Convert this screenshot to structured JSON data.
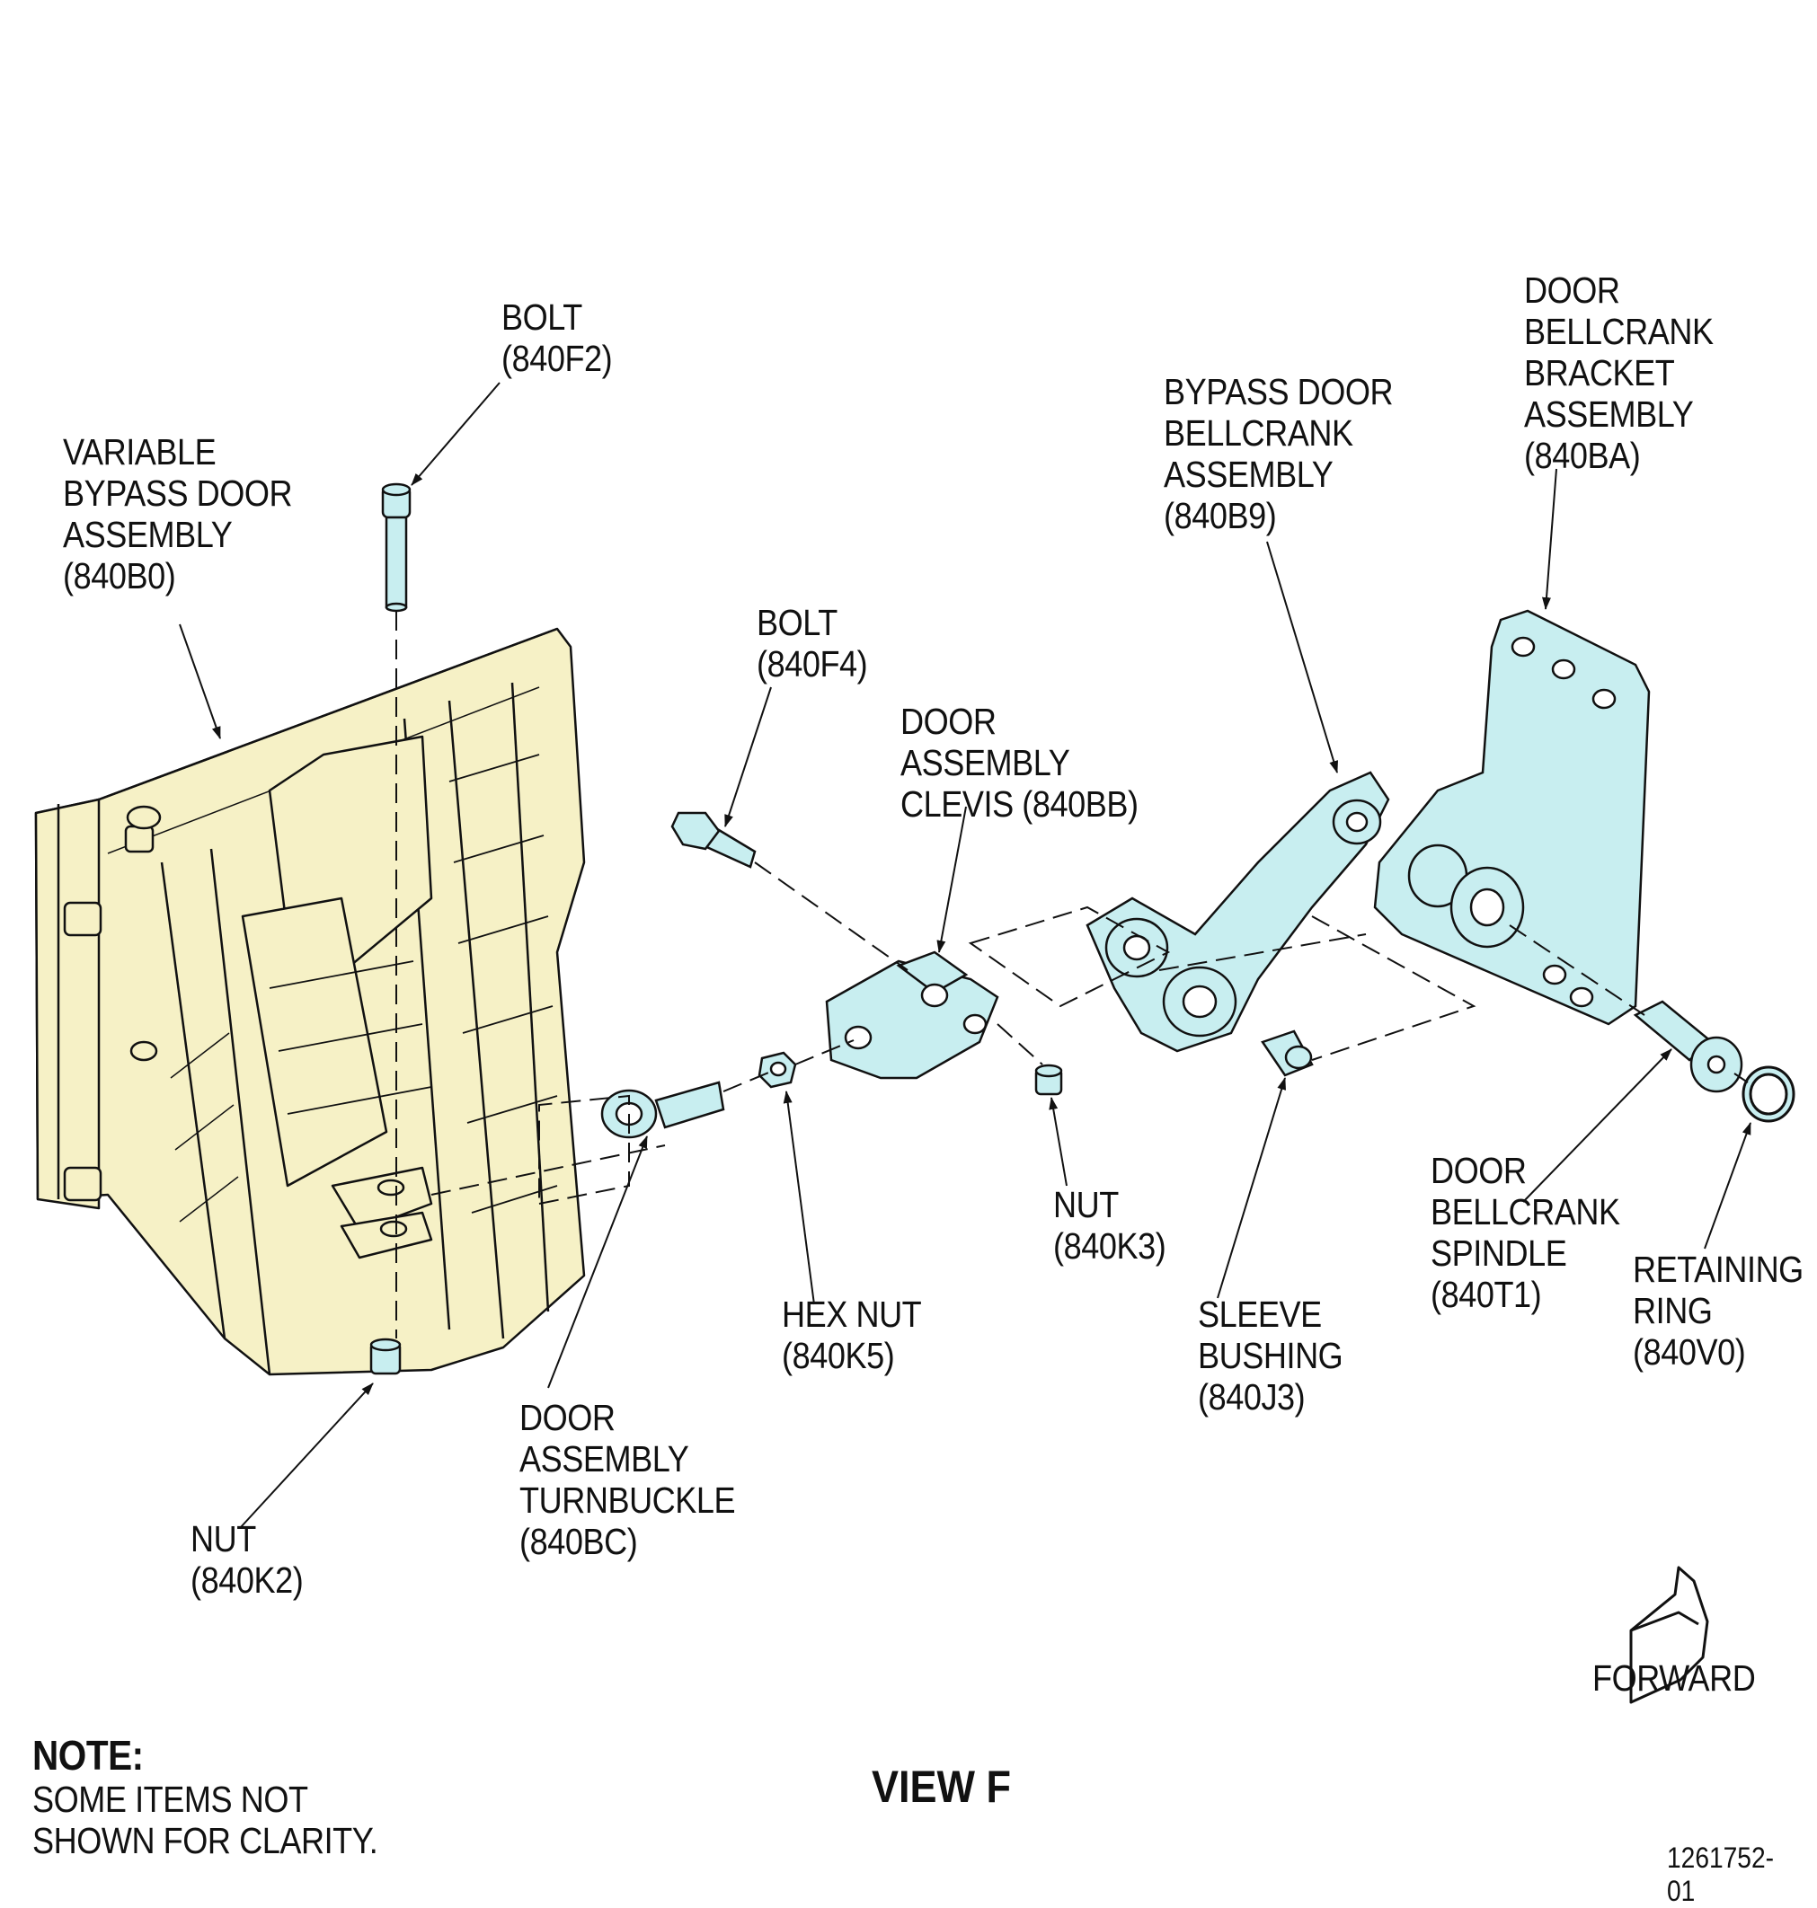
{
  "labels": {
    "bolt_f2": [
      "BOLT",
      "(840F2)"
    ],
    "variable_bypass_door": [
      "VARIABLE",
      "BYPASS DOOR",
      "ASSEMBLY",
      "(840B0)"
    ],
    "bolt_f4": [
      "BOLT",
      "(840F4)"
    ],
    "door_clevis": [
      "DOOR",
      "ASSEMBLY",
      "CLEVIS (840BB)"
    ],
    "bypass_bellcrank": [
      "BYPASS DOOR",
      "BELLCRANK",
      "ASSEMBLY",
      "(840B9)"
    ],
    "bracket_assembly": [
      "DOOR",
      "BELLCRANK",
      "BRACKET",
      "ASSEMBLY",
      "(840BA)"
    ],
    "nut_k3": [
      "NUT",
      "(840K3)"
    ],
    "hex_nut": [
      "HEX NUT",
      "(840K5)"
    ],
    "sleeve_bushing": [
      "SLEEVE",
      "BUSHING",
      "(840J3)"
    ],
    "spindle": [
      "DOOR",
      "BELLCRANK",
      "SPINDLE",
      "(840T1)"
    ],
    "retaining_ring": [
      "RETAINING",
      "RING",
      "(840V0)"
    ],
    "turnbuckle": [
      "DOOR",
      "ASSEMBLY",
      "TURNBUCKLE",
      "(840BC)"
    ],
    "nut_k2": [
      "NUT",
      "(840K2)"
    ]
  },
  "note": {
    "heading": "NOTE:",
    "line1": "SOME ITEMS NOT",
    "line2": "SHOWN FOR CLARITY."
  },
  "view_title": "VIEW F",
  "forward_label": "FORWARD",
  "doc_number": "1261752-01",
  "colors": {
    "door_fill": "#f6f1c6",
    "part_fill": "#c8eef0",
    "line": "#111111"
  }
}
